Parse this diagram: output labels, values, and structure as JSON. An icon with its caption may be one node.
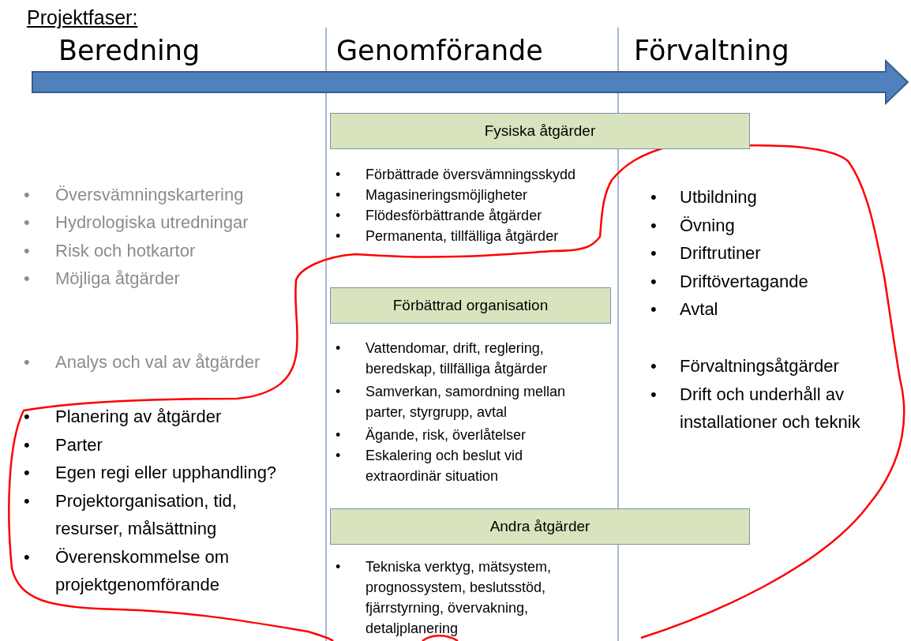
{
  "diagram": {
    "title": "Projektfaser:",
    "nodes": [
      {
        "text": [
          "Fysiska åtgärder"
        ]
      },
      {
        "text": [
          "Förbättrad organisation"
        ]
      },
      {
        "text": [
          "Andra åtgärder"
        ]
      }
    ],
    "labels": [
      "Beredning",
      "Genomförande",
      "Förvaltning",
      "•",
      "Översvämningskartering",
      "•",
      "Hydrologiska utredningar",
      "•",
      "Risk och hotkartor",
      "•",
      "Möjliga åtgärder",
      "•",
      "Analys och val av åtgärder",
      "•",
      "Planering av åtgärder",
      "•",
      "Parter",
      "•",
      "Egen regi eller upphandling?",
      "•",
      "Projektorganisation, tid, resurser, målsättning",
      "•",
      "Överenskommelse om projektgenomförande",
      "•",
      "Förbättrade översvämningsskydd",
      "•",
      "Magasineringsmöjligheter",
      "•",
      "Flödesförbättrande åtgärder",
      "•",
      "Permanenta, tillfälliga åtgärder",
      "•",
      "Vattendomar, drift, reglering, beredskap, tillfälliga åtgärder",
      "•",
      "Samverkan, samordning mellan parter, styrgrupp, avtal",
      "•",
      "Ägande, risk, överlåtelser",
      "•",
      "Eskalering och beslut vid extraordinär situation",
      "•",
      "Tekniska verktyg, mätsystem, prognossystem, beslutsstöd, fjärrstyrning, övervakning, detaljplanering",
      "•",
      "Utbildning",
      "•",
      "Övning",
      "•",
      "Driftrutiner",
      "•",
      "Driftövertagande",
      "•",
      "Avtal",
      "•",
      "Förvaltningsåtgärder",
      "•",
      "Drift och underhåll av installationer och teknik"
    ]
  }
}
